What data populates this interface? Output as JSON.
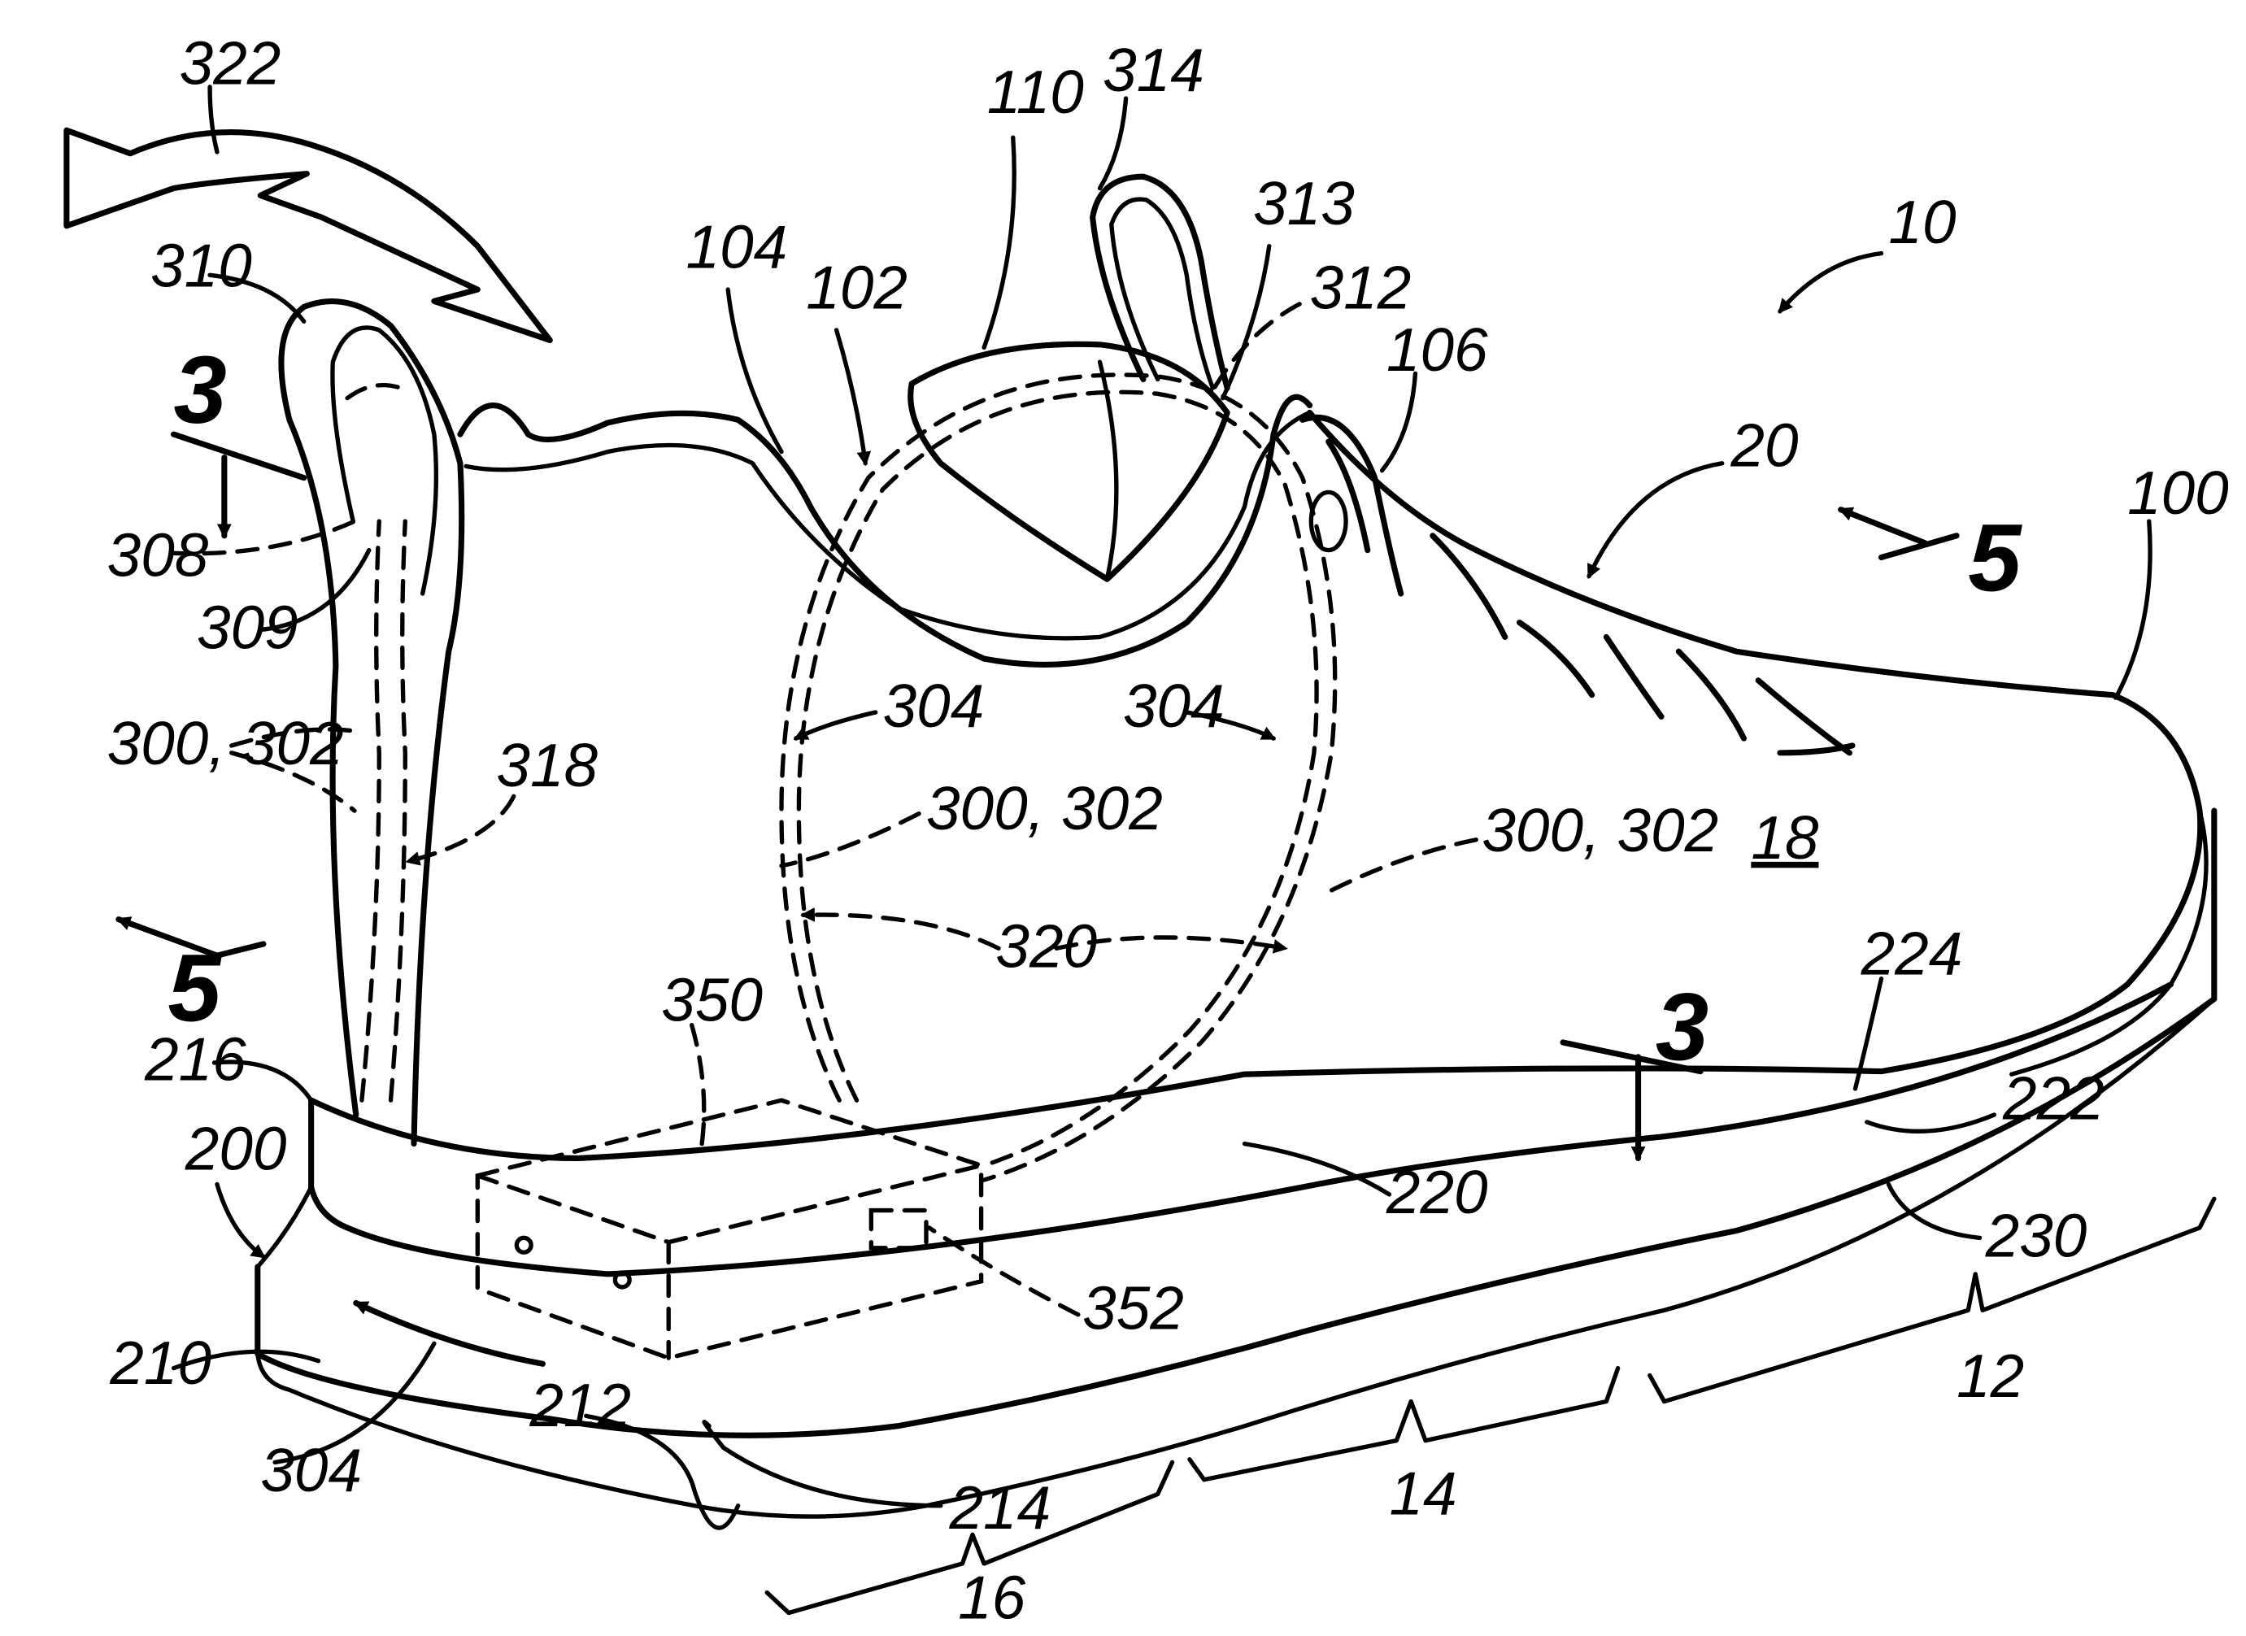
{
  "figure": {
    "labels": [
      {
        "id": "l322",
        "text": "322"
      },
      {
        "id": "l310",
        "text": "310"
      },
      {
        "id": "l104",
        "text": "104"
      },
      {
        "id": "l102",
        "text": "102"
      },
      {
        "id": "l110",
        "text": "110"
      },
      {
        "id": "l314",
        "text": "314"
      },
      {
        "id": "l313",
        "text": "313"
      },
      {
        "id": "l312",
        "text": "312"
      },
      {
        "id": "l10",
        "text": "10"
      },
      {
        "id": "l106",
        "text": "106"
      },
      {
        "id": "l20",
        "text": "20"
      },
      {
        "id": "l100",
        "text": "100"
      },
      {
        "id": "l308",
        "text": "308"
      },
      {
        "id": "l309",
        "text": "309"
      },
      {
        "id": "l304a",
        "text": "304"
      },
      {
        "id": "l304b",
        "text": "304"
      },
      {
        "id": "l300a",
        "text": "300, 302"
      },
      {
        "id": "l300b",
        "text": "300, 302"
      },
      {
        "id": "l300c",
        "text": "300, 302"
      },
      {
        "id": "l318",
        "text": "318"
      },
      {
        "id": "l18",
        "text": "18"
      },
      {
        "id": "l320",
        "text": "320"
      },
      {
        "id": "l224",
        "text": "224"
      },
      {
        "id": "l350",
        "text": "350"
      },
      {
        "id": "l216",
        "text": "216"
      },
      {
        "id": "l222",
        "text": "222"
      },
      {
        "id": "l200",
        "text": "200"
      },
      {
        "id": "l220",
        "text": "220"
      },
      {
        "id": "l230",
        "text": "230"
      },
      {
        "id": "l352",
        "text": "352"
      },
      {
        "id": "l210",
        "text": "210"
      },
      {
        "id": "l12",
        "text": "12"
      },
      {
        "id": "l212",
        "text": "212"
      },
      {
        "id": "l304c",
        "text": "304"
      },
      {
        "id": "l214",
        "text": "214"
      },
      {
        "id": "l14",
        "text": "14"
      },
      {
        "id": "l16",
        "text": "16"
      }
    ],
    "section_marks": [
      {
        "id": "s3a",
        "text": "3"
      },
      {
        "id": "s3b",
        "text": "3"
      },
      {
        "id": "s5a",
        "text": "5"
      },
      {
        "id": "s5b",
        "text": "5"
      }
    ]
  }
}
